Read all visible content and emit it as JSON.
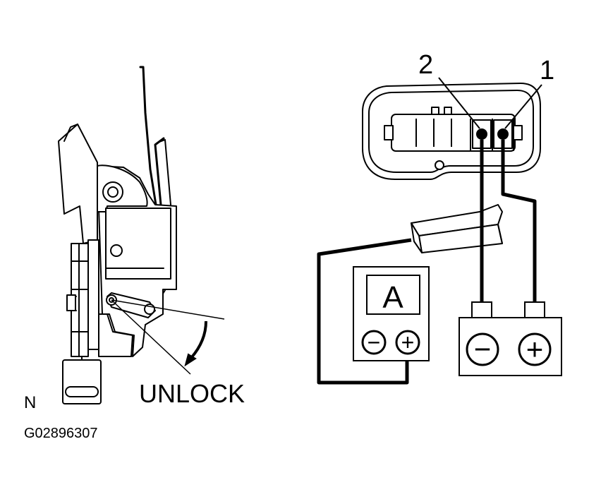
{
  "labels": {
    "unlock": "UNLOCK",
    "corner_letter": "N",
    "figure_code": "G02896307",
    "terminal_1": "1",
    "terminal_2": "2",
    "ammeter_symbol": "A",
    "ammeter_minus": "−",
    "ammeter_plus": "+",
    "battery_minus": "−",
    "battery_plus": "+"
  },
  "colors": {
    "ink": "#000000",
    "paper": "#ffffff"
  }
}
